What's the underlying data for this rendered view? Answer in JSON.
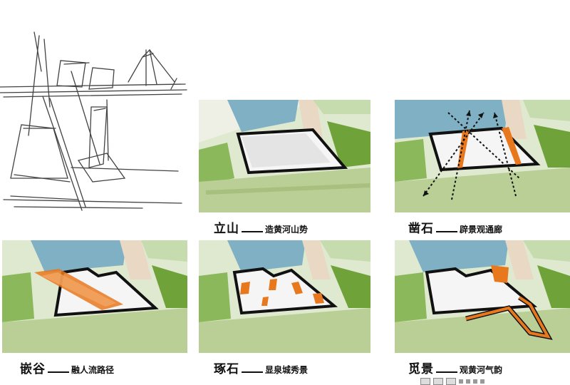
{
  "captions": [
    {
      "title": "立山",
      "subtitle": "造黄河山势"
    },
    {
      "title": "凿石",
      "subtitle": "辟景观通廊"
    },
    {
      "title": "嵌谷",
      "subtitle": "融人流路径"
    },
    {
      "title": "琢石",
      "subtitle": "显泉城秀景"
    },
    {
      "title": "觅景",
      "subtitle": "观黄河气韵"
    }
  ],
  "colors": {
    "water": "#7fb0c4",
    "lawn": "#6fa238",
    "ground": "#c8dba8",
    "accent": "#e8781e",
    "plaza": "#e9d8c3"
  }
}
